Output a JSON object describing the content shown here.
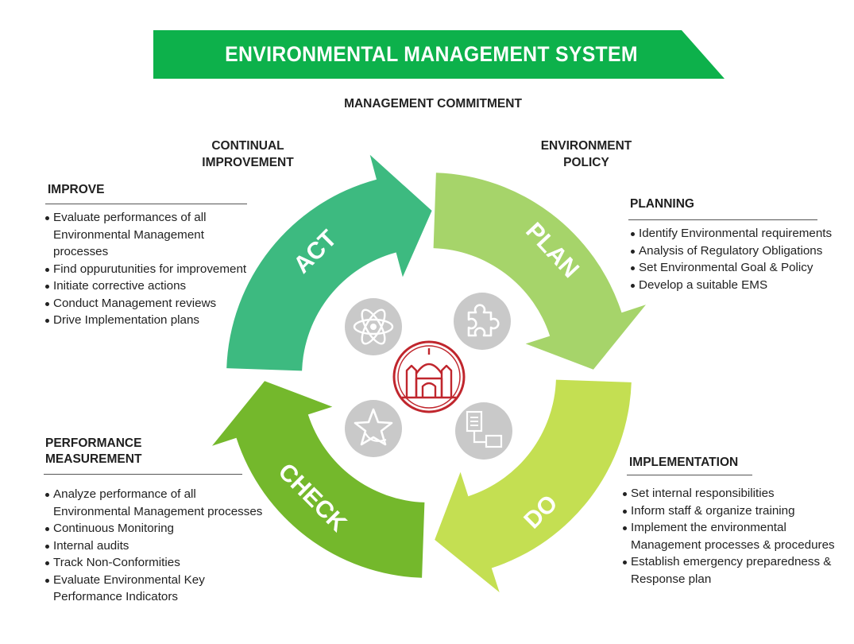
{
  "title": "ENVIRONMENTAL MANAGEMENT SYSTEM",
  "captions": {
    "management_commitment": "MANAGEMENT COMMITMENT",
    "continual_improvement": [
      "CONTINUAL",
      "IMPROVEMENT"
    ],
    "environment_policy": [
      "ENVIRONMENT",
      "POLICY"
    ]
  },
  "stages": {
    "act": "ACT",
    "plan": "PLAN",
    "do": "DO",
    "check": "CHECK"
  },
  "icons": [
    "atom-icon",
    "puzzle-piece-icon",
    "building-logo-icon",
    "star-icon",
    "document-flow-icon"
  ],
  "sections": {
    "improve": {
      "heading": "IMPROVE",
      "items": [
        "Evaluate performances of all Environmental Management processes",
        "Find oppurutunities for improvement",
        "Initiate corrective actions",
        "Conduct Management reviews",
        "Drive Implementation plans"
      ]
    },
    "planning": {
      "heading": "PLANNING",
      "items": [
        "Identify Environmental requirements",
        "Analysis of Regulatory Obligations",
        "Set Environmental Goal & Policy",
        "Develop a suitable EMS"
      ]
    },
    "performance": {
      "heading": [
        "PERFORMANCE",
        "MEASUREMENT"
      ],
      "items": [
        "Analyze performance of all Environmental Management processes",
        "Continuous Monitoring",
        "Internal audits",
        "Track Non-Conformities",
        "Evaluate Environmental Key Performance Indicators"
      ]
    },
    "implementation": {
      "heading": "IMPLEMENTATION",
      "items": [
        "Set internal responsibilities",
        "Inform staff & organize training",
        "Implement the environmental Management processes & procedures",
        "Establish emergency preparedness & Response plan"
      ]
    }
  },
  "colors": {
    "banner": "#0db14b",
    "act": "#3dba80",
    "plan": "#a6d46a",
    "do": "#c4df52",
    "check": "#74b82c",
    "icon_circle": "#c9c9c9",
    "logo_red": "#c0262d"
  }
}
